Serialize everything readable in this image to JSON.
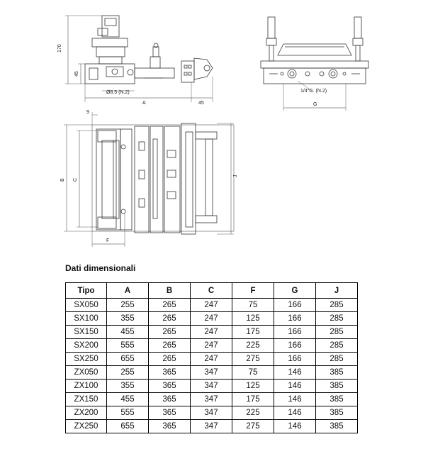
{
  "drawing": {
    "side_view": {
      "dim_height_total": "170",
      "dim_height_lower": "45",
      "hole_label": "Ø8.5 (N.2)",
      "dim_length": "A",
      "dim_end": "45"
    },
    "end_view": {
      "port_label": "1/4\"G. (N.2)",
      "dim_width": "G"
    },
    "top_view": {
      "dim_offset": "9",
      "dim_outer": "B",
      "dim_inner": "C",
      "dim_right": "J",
      "dim_bottom": "F"
    }
  },
  "section": {
    "title": "Dati dimensionali"
  },
  "table": {
    "headers": [
      "Tipo",
      "A",
      "B",
      "C",
      "F",
      "G",
      "J"
    ],
    "rows": [
      [
        "SX050",
        "255",
        "265",
        "247",
        "75",
        "166",
        "285"
      ],
      [
        "SX100",
        "355",
        "265",
        "247",
        "125",
        "166",
        "285"
      ],
      [
        "SX150",
        "455",
        "265",
        "247",
        "175",
        "166",
        "285"
      ],
      [
        "SX200",
        "555",
        "265",
        "247",
        "225",
        "166",
        "285"
      ],
      [
        "SX250",
        "655",
        "265",
        "247",
        "275",
        "166",
        "285"
      ],
      [
        "ZX050",
        "255",
        "365",
        "347",
        "75",
        "146",
        "385"
      ],
      [
        "ZX100",
        "355",
        "365",
        "347",
        "125",
        "146",
        "385"
      ],
      [
        "ZX150",
        "455",
        "365",
        "347",
        "175",
        "146",
        "385"
      ],
      [
        "ZX200",
        "555",
        "365",
        "347",
        "225",
        "146",
        "385"
      ],
      [
        "ZX250",
        "655",
        "365",
        "347",
        "275",
        "146",
        "385"
      ]
    ]
  }
}
